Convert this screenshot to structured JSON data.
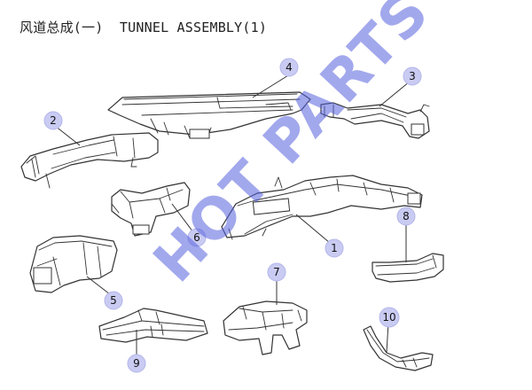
{
  "title": "风道总成(一)  TUNNEL ASSEMBLY(1)",
  "watermark": "HOT PARTS",
  "callouts": [
    "1",
    "2",
    "3",
    "4",
    "5",
    "6",
    "7",
    "8",
    "9",
    "10"
  ],
  "colors": {
    "callout_fill": "#c9cbf2",
    "watermark": "#5560dd",
    "line": "#333333"
  }
}
